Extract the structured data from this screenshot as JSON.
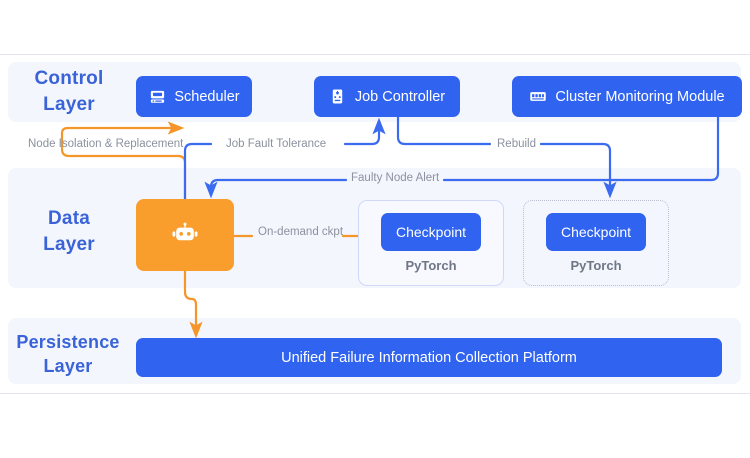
{
  "diagram": {
    "layers": {
      "control": {
        "title": "Control\nLayer",
        "line1": "Control",
        "line2": "Layer"
      },
      "data": {
        "line1": "Data",
        "line2": "Layer"
      },
      "persistence": {
        "line1": "Persistence",
        "line2": "Layer"
      }
    },
    "control_nodes": [
      {
        "label": "Scheduler",
        "icon": "server-monitor-icon"
      },
      {
        "label": "Job Controller",
        "icon": "job-card-icon"
      },
      {
        "label": "Cluster Monitoring Module",
        "icon": "server-rack-icon"
      }
    ],
    "data_nodes": {
      "agent": {
        "icon": "robot-icon",
        "label": ""
      },
      "pytorch_left": {
        "checkpoint_label": "Checkpoint",
        "framework_label": "PyTorch",
        "border_style": "solid"
      },
      "pytorch_right": {
        "checkpoint_label": "Checkpoint",
        "framework_label": "PyTorch",
        "border_style": "dotted"
      }
    },
    "persistence_node": {
      "label": "Unified Failure Information Collection Platform"
    },
    "edge_labels": {
      "node_isolation": "Node Isolation & Replacement",
      "job_fault_tolerance": "Job Fault Tolerance",
      "rebuild": "Rebuild",
      "faulty_node_alert": "Faulty Node Alert",
      "on_demand_ckpt": "On-demand ckpt"
    },
    "colors": {
      "blue": "#2f63f0",
      "blue_edge": "#3a6bf0",
      "orange": "#f99d2c",
      "orange_edge": "#f5962a",
      "band": "#f4f6fe",
      "title_text": "#3a63d8",
      "label_text": "#8b919e",
      "pytorch_solid_border": "#cfd9f7",
      "pytorch_dotted_border": "#b9bfcc"
    }
  }
}
